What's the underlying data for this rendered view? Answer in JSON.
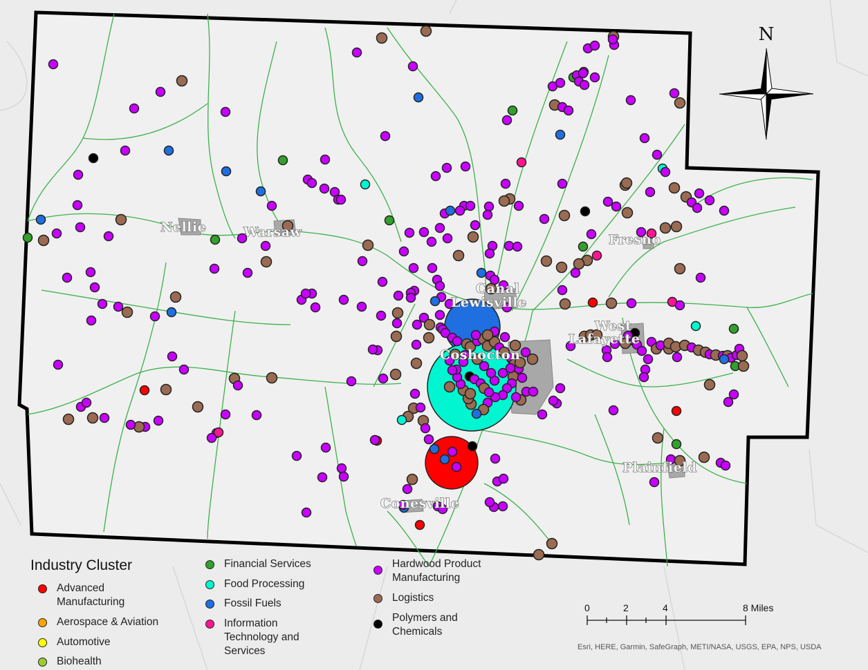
{
  "map": {
    "colors": {
      "advanced_manufacturing": "#ff0000",
      "aerospace_aviation": "#ffa500",
      "automotive": "#ffff00",
      "biohealth": "#9acd32",
      "financial_services": "#33a02c",
      "food_processing": "#00f5d0",
      "fossil_fuels": "#1f6fe0",
      "information_technology": "#ff1493",
      "hardwood": "#c800ff",
      "logistics": "#9a6b52",
      "polymers": "#000000"
    },
    "towns": [
      "Nellie",
      "Warsaw",
      "Fresno",
      "Canal",
      "Lewisville",
      "West",
      "Lafayette",
      "Coshocton",
      "Plainfield",
      "Conesville"
    ],
    "north_label": "N",
    "north_icon": "compass-rose-icon"
  },
  "legend": {
    "title": "Industry Cluster",
    "items": [
      {
        "label": "Advanced Manufacturing",
        "color": "#ff0000"
      },
      {
        "label": "Aerospace & Aviation",
        "color": "#ffa500"
      },
      {
        "label": "Automotive",
        "color": "#ffff00"
      },
      {
        "label": "Biohealth",
        "color": "#9acd32"
      },
      {
        "label": "Financial Services",
        "color": "#33a02c"
      },
      {
        "label": "Food Processing",
        "color": "#00f5d0"
      },
      {
        "label": "Fossil Fuels",
        "color": "#1f6fe0"
      },
      {
        "label": "Information Technology and Services",
        "color": "#ff1493"
      },
      {
        "label": "Hardwood Product Manufacturing",
        "color": "#c800ff"
      },
      {
        "label": "Logistics",
        "color": "#9a6b52"
      },
      {
        "label": "Polymers and Chemicals",
        "color": "#000000"
      }
    ]
  },
  "scale_bar": {
    "labels": [
      "0",
      "2",
      "4",
      "8 Miles"
    ]
  },
  "credits": "Esri, HERE, Garmin, SafeGraph, METI/NASA, USGS, EPA, NPS, USDA"
}
